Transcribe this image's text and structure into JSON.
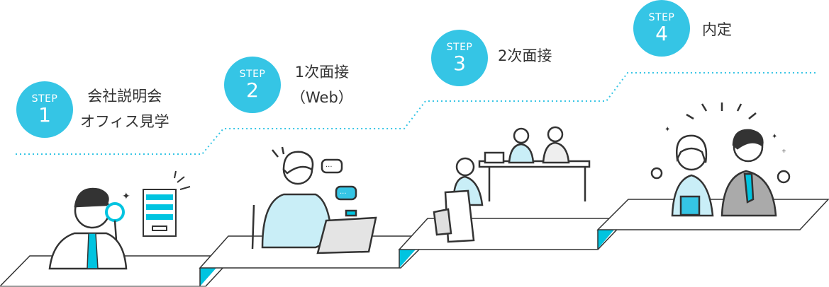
{
  "colors": {
    "accent": "#35c5e5",
    "line": "#333333",
    "platform_side": "#00c4e0"
  },
  "steps": [
    {
      "prefix": "STEP",
      "number": "1",
      "title_lines": [
        "会社説明会",
        "オフィス見学"
      ],
      "illustration": "man-with-magnifier-and-office-building"
    },
    {
      "prefix": "STEP",
      "number": "2",
      "title_lines": [
        "1次面接",
        "（Web）"
      ],
      "illustration": "woman-web-interview-laptop"
    },
    {
      "prefix": "STEP",
      "number": "3",
      "title_lines": [
        "2次面接"
      ],
      "illustration": "candidate-facing-interview-panel"
    },
    {
      "prefix": "STEP",
      "number": "4",
      "title_lines": [
        "内定"
      ],
      "illustration": "happy-woman-and-man-thumbs-up"
    }
  ]
}
